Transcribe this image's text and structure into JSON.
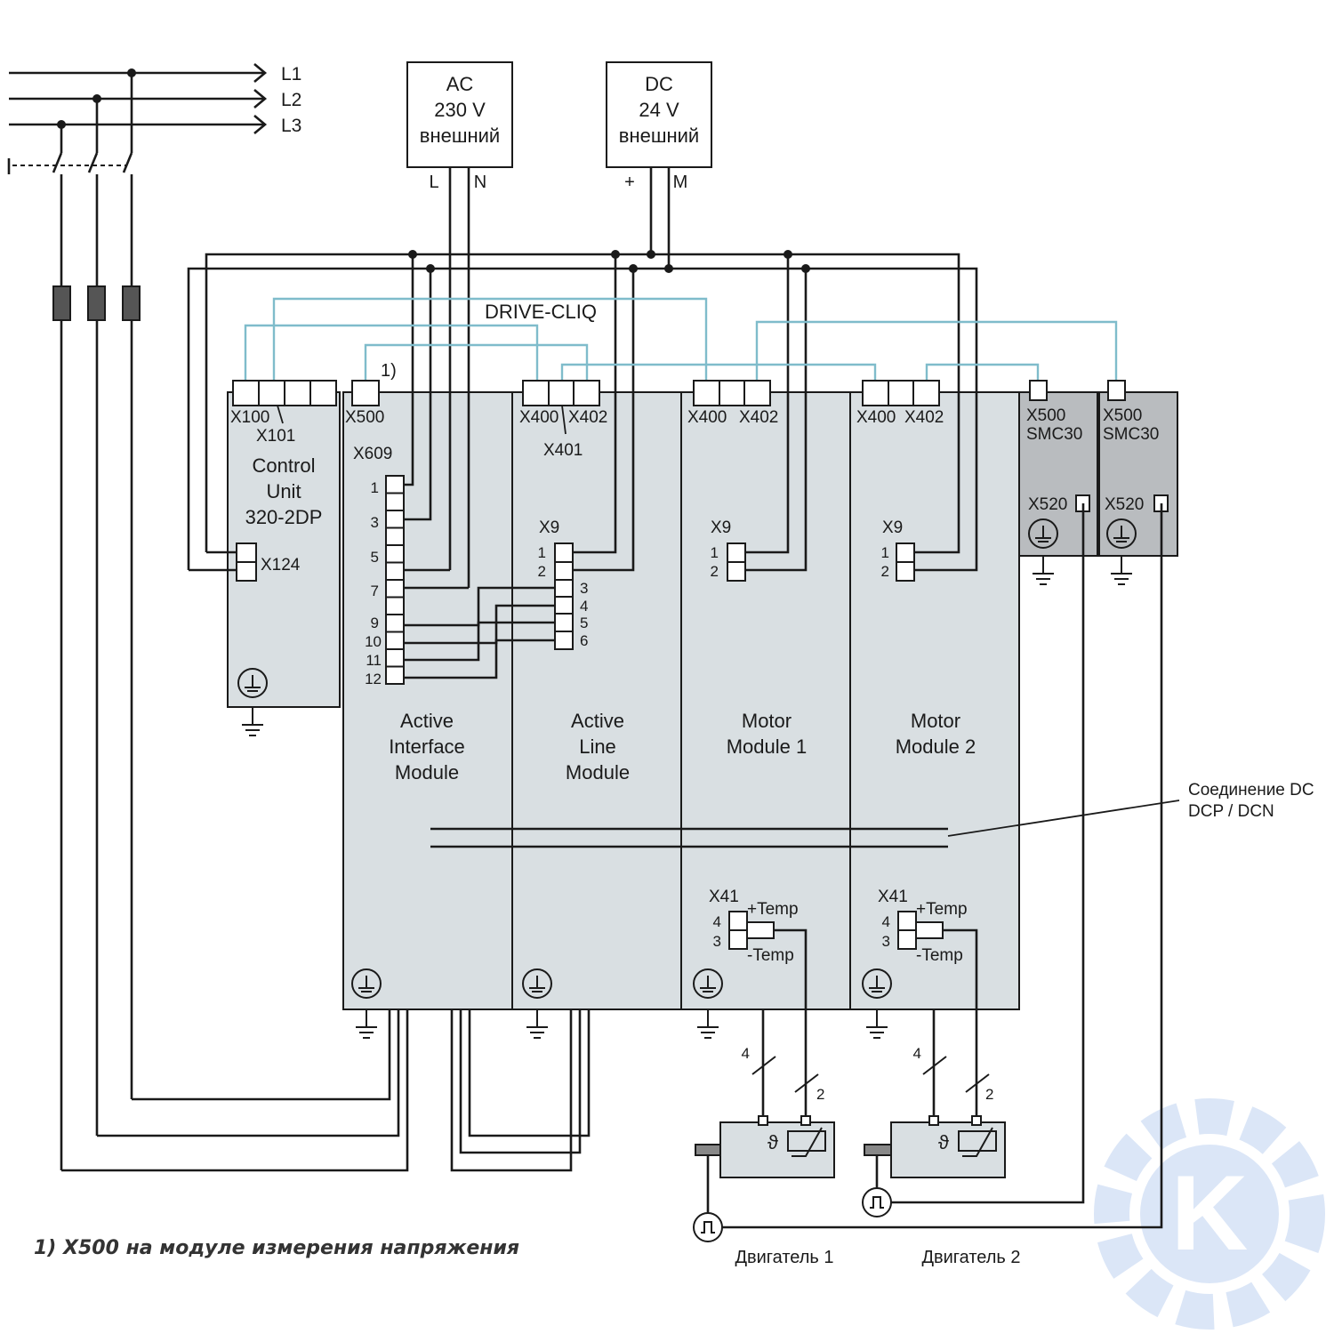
{
  "phases": [
    "L1",
    "L2",
    "L3"
  ],
  "ac_supply": {
    "line1": "AC",
    "line2": "230 V",
    "line3": "внешний",
    "pin_l": "L",
    "pin_n": "N"
  },
  "dc_supply": {
    "line1": "DC",
    "line2": "24 V",
    "line3": "внешний",
    "pin_plus": "+",
    "pin_m": "M"
  },
  "bus_label": "DRIVE-CLIQ",
  "footnote_ref": "1)",
  "control_unit": {
    "x100": "X100",
    "x101": "X101",
    "title": [
      "Control",
      "Unit",
      "320-2DP"
    ],
    "x124": "X124"
  },
  "aim": {
    "x500": "X500",
    "x609": "X609",
    "pins": [
      "1",
      "3",
      "5",
      "7",
      "9",
      "10",
      "11",
      "12"
    ],
    "title": [
      "Active",
      "Interface",
      "Module"
    ]
  },
  "alm": {
    "x400": "X400",
    "x402": "X402",
    "x401": "X401",
    "x9": "X9",
    "x9_pins": [
      "1",
      "2"
    ],
    "pins2": [
      "3",
      "4",
      "5",
      "6"
    ],
    "title": [
      "Active",
      "Line",
      "Module"
    ]
  },
  "mm1": {
    "x400": "X400",
    "x402": "X402",
    "x9": "X9",
    "x9_pins": [
      "1",
      "2"
    ],
    "x41": "X41",
    "x41_pins": [
      "4",
      "3"
    ],
    "temp_plus": "+Temp",
    "temp_minus": "-Temp",
    "title": [
      "Motor",
      "Module 1"
    ],
    "cable4": "4",
    "cable2": "2"
  },
  "mm2": {
    "x400": "X400",
    "x402": "X402",
    "x9": "X9",
    "x9_pins": [
      "1",
      "2"
    ],
    "x41": "X41",
    "x41_pins": [
      "4",
      "3"
    ],
    "temp_plus": "+Temp",
    "temp_minus": "-Temp",
    "title": [
      "Motor",
      "Module 2"
    ],
    "cable4": "4",
    "cable2": "2"
  },
  "smc1": {
    "x500": "X500",
    "name": "SMC30",
    "x520": "X520"
  },
  "smc2": {
    "x500": "X500",
    "name": "SMC30",
    "x520": "X520"
  },
  "dc_link": [
    "Соединение DC",
    "DCP / DCN"
  ],
  "motor1": {
    "label": "Двигатель 1",
    "theta": "ϑ"
  },
  "motor2": {
    "label": "Двигатель 2",
    "theta": "ϑ"
  },
  "footnote": "1) X500 на модуле измерения напряжения",
  "logo_letter": "K",
  "colors": {
    "module_fill": "#d9dfe2",
    "smc_fill": "#b9bcbf",
    "drive_cliq": "#7fbccb",
    "logo": "#dbe6f7"
  }
}
